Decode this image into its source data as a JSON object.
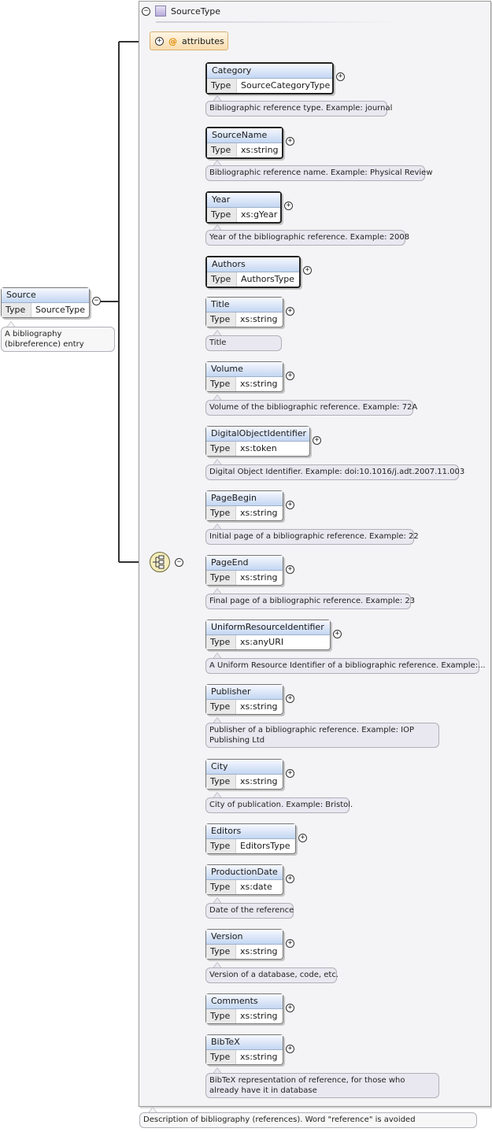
{
  "root": {
    "name": "Source",
    "type_label": "Type",
    "type": "SourceType",
    "doc": "A bibliography (bibreference) entry"
  },
  "complex_type": {
    "name": "SourceType",
    "doc": "Description of bibliography (references). Word \"reference\" is avoided"
  },
  "attributes": {
    "symbol": "@",
    "label": "attributes"
  },
  "icons": {
    "collapse": "minus-circle-icon",
    "expand": "plus-circle-icon",
    "complex_type": "complex-type-square-icon",
    "sequence": "sequence-compositor-icon"
  },
  "elements": [
    {
      "name": "Category",
      "type": "SourceCategoryType",
      "required": true,
      "doc": "Bibliographic reference type. Example: journal"
    },
    {
      "name": "SourceName",
      "type": "xs:string",
      "required": true,
      "doc": "Bibliographic reference name. Example: Physical Review"
    },
    {
      "name": "Year",
      "type": "xs:gYear",
      "required": true,
      "doc": "Year of the bibliographic reference. Example: 2008"
    },
    {
      "name": "Authors",
      "type": "AuthorsType",
      "required": true,
      "doc": ""
    },
    {
      "name": "Title",
      "type": "xs:string",
      "required": false,
      "doc": "Title"
    },
    {
      "name": "Volume",
      "type": "xs:string",
      "required": false,
      "doc": "Volume of the bibliographic reference. Example: 72A"
    },
    {
      "name": "DigitalObjectIdentifier",
      "type": "xs:token",
      "required": false,
      "doc": "Digital Object Identifier. Example: doi:10.1016/j.adt.2007.11.003"
    },
    {
      "name": "PageBegin",
      "type": "xs:string",
      "required": false,
      "doc": "Initial page of a bibliographic reference. Example: 22"
    },
    {
      "name": "PageEnd",
      "type": "xs:string",
      "required": false,
      "doc": "Final page of a bibliographic reference. Example: 23"
    },
    {
      "name": "UniformResourceIdentifier",
      "type": "xs:anyURI",
      "required": false,
      "doc": "A Uniform Resource Identifier of a bibliographic reference. Example:..."
    },
    {
      "name": "Publisher",
      "type": "xs:string",
      "required": false,
      "doc": "Publisher of a bibliographic reference. Example: IOP Publishing Ltd"
    },
    {
      "name": "City",
      "type": "xs:string",
      "required": false,
      "doc": "City of publication. Example: Bristol."
    },
    {
      "name": "Editors",
      "type": "EditorsType",
      "required": false,
      "doc": ""
    },
    {
      "name": "ProductionDate",
      "type": "xs:date",
      "required": false,
      "doc": "Date of the reference"
    },
    {
      "name": "Version",
      "type": "xs:string",
      "required": false,
      "doc": "Version of a database, code, etc."
    },
    {
      "name": "Comments",
      "type": "xs:string",
      "required": false,
      "doc": ""
    },
    {
      "name": "BibTeX",
      "type": "xs:string",
      "required": false,
      "doc": "BibTeX representation of reference, for those who already have it in database"
    }
  ]
}
